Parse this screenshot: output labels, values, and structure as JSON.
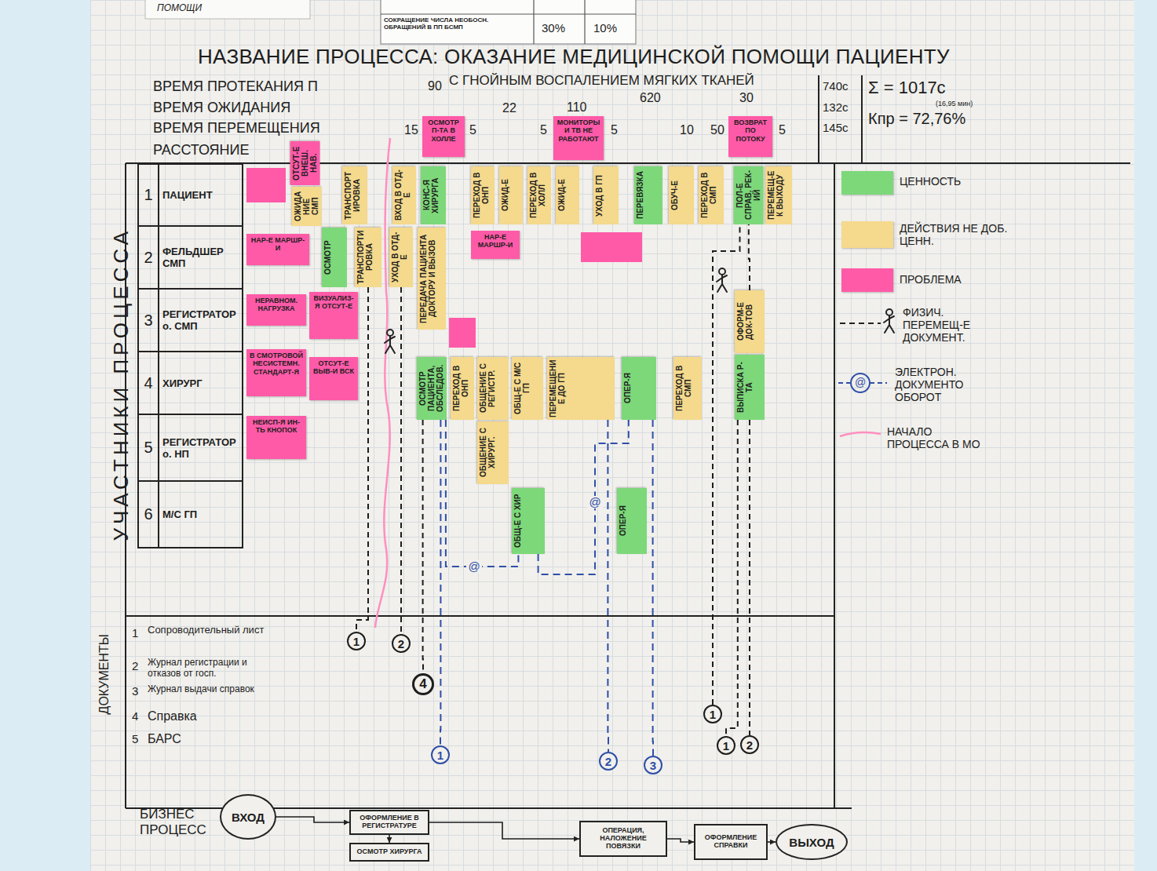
{
  "diagram": {
    "title": "НАЗВАНИЕ ПРОЦЕССА: ОКАЗАНИЕ МЕДИЦИНСКОЙ ПОМОЩИ ПАЦИЕНТУ",
    "nodes": [
      {
        "text": [
          "1",
          "ПАЦИЕНТ"
        ]
      },
      {
        "text": [
          "2",
          "ФЕЛЬДШЕР СМП"
        ]
      },
      {
        "text": [
          "3",
          "РЕГИСТРАТОР о. СМП"
        ]
      },
      {
        "text": [
          "4",
          "ХИРУРГ"
        ]
      },
      {
        "text": [
          "5",
          "РЕГИСТРАТОР о. НП"
        ]
      },
      {
        "text": [
          "6",
          "М/С ГП"
        ]
      },
      {
        "text": [
          "ОЖИДАНИЕ СМП"
        ]
      },
      {
        "text": [
          "ТРАНСПОРТИРОВКА"
        ]
      },
      {
        "text": [
          "ВХОД В ОТД-Е"
        ]
      },
      {
        "text": [
          "КОНС-Я ХИРУРГА"
        ]
      },
      {
        "text": [
          "ПЕРЕХОД В ОНП"
        ]
      },
      {
        "text": [
          "ОЖИД-Е"
        ]
      },
      {
        "text": [
          "ПЕРЕХОД В ХОЛЛ"
        ]
      },
      {
        "text": [
          "ОЖИД-Е"
        ]
      },
      {
        "text": [
          "УХОД В ГП"
        ]
      },
      {
        "text": [
          "ПЕРЕВЯЗКА"
        ]
      },
      {
        "text": [
          "ОБУЧ-Е"
        ]
      },
      {
        "text": [
          "ПЕРЕХОД В СМП"
        ]
      },
      {
        "text": [
          "ПОЛ-Е СПРАВ. РЕК-ИЙ"
        ]
      },
      {
        "text": [
          "ПЕРЕМЕЩ-Е К ВЫХОДУ"
        ]
      },
      {
        "text": [
          "ОСМОТР"
        ]
      },
      {
        "text": [
          "ТРАНСПОРТИРОВКА"
        ]
      },
      {
        "text": [
          "УХОД В ОТД-Е"
        ]
      },
      {
        "text": [
          "ПЕРЕДАЧА ПАЦИЕНТА ДОКТОРУ И ВЫЗОВ"
        ]
      },
      {
        "text": [
          "ОФОРМ-Е ДОК-ТОВ"
        ]
      },
      {
        "text": [
          "ОСМОТР ПАЦИЕНТА, ОБСЛЕДОВ."
        ]
      },
      {
        "text": [
          "ПЕРЕХОД В ОНП"
        ]
      },
      {
        "text": [
          "ОБЩЕНИЕ С РЕГИСТР."
        ]
      },
      {
        "text": [
          "ОБЩ-Е С М/С ГП"
        ]
      },
      {
        "text": [
          "ПЕРЕМЕЩЕНИЕ ДО ГП"
        ]
      },
      {
        "text": [
          "ОПЕР-Я"
        ]
      },
      {
        "text": [
          "ПЕРЕХОД В СМП"
        ]
      },
      {
        "text": [
          "ВЫПИСКА Р-ТА"
        ]
      },
      {
        "text": [
          "ОБЩЕНИЕ С ХИРУРГ."
        ]
      },
      {
        "text": [
          "ОБЩ-Е С ХИР"
        ]
      },
      {
        "text": [
          "ОПЕР-Я"
        ]
      },
      {
        "text": [
          "ОТСУТ-Е ВНЕШ. НАВ."
        ]
      },
      {
        "text": [
          "ОСМОТР П-ТА В ХОЛЛЕ"
        ]
      },
      {
        "text": [
          "МОНИТОРЫ И ТВ НЕ РАБОТАЮТ"
        ]
      },
      {
        "text": [
          "ВОЗВРАТ ПО ПОТОКУ"
        ]
      },
      {
        "text": [
          "НАР-Е МАРШР-И"
        ]
      },
      {
        "text": [
          "НАР-Е МАРШР-И"
        ]
      },
      {
        "text": [
          "НЕРАВНОМ. НАГРУЗКА"
        ]
      },
      {
        "text": [
          "ВИЗУАЛИЗ-Я ОТСУТ-Е"
        ]
      },
      {
        "text": [
          "В СМОТРОВОЙ НЕСИСТЕМН. СТАНДАРТ-Я"
        ]
      },
      {
        "text": [
          "ОТСУТ-Е ВЫВ-И ВСК"
        ]
      },
      {
        "text": [
          "НЕИСП-Я ИН-ТЬ КНОПОК"
        ]
      },
      {
        "text": [
          "1"
        ]
      },
      {
        "text": [
          "2"
        ]
      },
      {
        "text": [
          "4"
        ]
      },
      {
        "text": [
          "1"
        ]
      },
      {
        "text": [
          "2"
        ]
      },
      {
        "text": [
          "3"
        ]
      },
      {
        "text": [
          "1"
        ]
      },
      {
        "text": [
          "1"
        ]
      },
      {
        "text": [
          "2"
        ]
      },
      {
        "text": [
          "ВХОД"
        ]
      },
      {
        "text": [
          "ОФОРМЛЕНИЕ В РЕГИСТРАТУРЕ"
        ]
      },
      {
        "text": [
          "ОСМОТР ХИРУРГА"
        ]
      },
      {
        "text": [
          "ОПЕРАЦИЯ, НАЛОЖЕНИЕ ПОВЯЗКИ"
        ]
      },
      {
        "text": [
          "ОФОРМЛЕНИЕ СПРАВКИ"
        ]
      },
      {
        "text": [
          "ВЫХОД"
        ]
      }
    ],
    "edges": [
      {
        "from": 21,
        "to": 47,
        "arrow": "none"
      },
      {
        "from": 22,
        "to": 48,
        "arrow": "none"
      },
      {
        "from": 25,
        "to": 49,
        "arrow": "none"
      },
      {
        "from": 25,
        "to": 50,
        "arrow": "none"
      },
      {
        "from": 29,
        "to": 51,
        "arrow": "none"
      },
      {
        "from": 30,
        "to": 52,
        "arrow": "none"
      },
      {
        "from": 25,
        "to": 34,
        "label": "@",
        "arrow": "none"
      },
      {
        "from": 34,
        "to": 30,
        "label": "@",
        "arrow": "none"
      },
      {
        "from": 32,
        "to": 54,
        "arrow": "none"
      },
      {
        "from": 32,
        "to": 55,
        "arrow": "none"
      },
      {
        "from": 24,
        "to": 18,
        "arrow": "none"
      },
      {
        "from": 53,
        "to": 18,
        "arrow": "none"
      },
      {
        "from": 56,
        "to": 57,
        "arrow": "to"
      },
      {
        "from": 57,
        "to": 58,
        "arrow": "to"
      },
      {
        "from": 57,
        "to": 59,
        "arrow": "to"
      },
      {
        "from": 59,
        "to": 60,
        "arrow": "to"
      },
      {
        "from": 60,
        "to": 61,
        "arrow": "to"
      }
    ],
    "labels": [
      "ПОМОЩИ",
      "СОКРАЩЕНИЕ ЧИСЛА НЕОБОСН. ОБРАЩЕНИЙ В ПП БСМП",
      "30%",
      "10%",
      "С ГНОЙНЫМ ВОСПАЛЕНИЕМ МЯГКИХ ТКАНЕЙ",
      "ВРЕМЯ ПРОТЕКАНИЯ П",
      "ВРЕМЯ ОЖИДАНИЯ",
      "ВРЕМЯ ПЕРЕМЕЩЕНИЯ",
      "РАССТОЯНИЕ",
      "90",
      "620",
      "30",
      "22",
      "110",
      "15",
      "5",
      "5",
      "5",
      "10",
      "50",
      "5",
      "740с",
      "132с",
      "145с",
      "Σ = 1017с",
      "(16,95 мин)",
      "Кпр = 72,76%",
      "УЧАСТНИКИ ПРОЦЕССА",
      "ДОКУМЕНТЫ",
      "1",
      "Сопроводительный лист",
      "2",
      "Журнал регистрации и отказов от госп.",
      "3",
      "Журнал выдачи справок",
      "4",
      "Справка",
      "5",
      "БАРС",
      "БИЗНЕС ПРОЦЕСС",
      "@"
    ],
    "legend": [
      {
        "text": "ЦЕННОСТЬ",
        "color": "#7dd87a"
      },
      {
        "text": "ДЕЙСТВИЯ НЕ ДОБ. ЦЕНН.",
        "color": "#f5d98c"
      },
      {
        "text": "ПРОБЛЕМА",
        "color": "#ff5aa8"
      },
      {
        "text": "ФИЗИЧ. ПЕРЕМЕЩ-Е ДОКУМЕНТ."
      },
      {
        "text": "ЭЛЕКТРОН. ДОКУМЕНТО ОБОРОТ"
      },
      {
        "text": "НАЧАЛО ПРОЦЕССА В МО"
      }
    ]
  }
}
